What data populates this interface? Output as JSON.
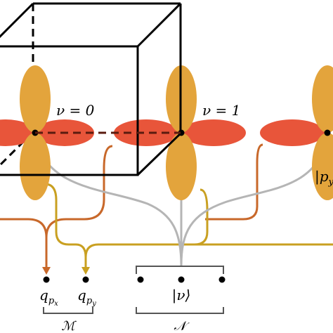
{
  "labels": {
    "site_0": "ν = 0",
    "site_1": "ν = 1",
    "ket_p": "|p",
    "ket_p_sub": "y",
    "q_px": "q",
    "q_px_sub": "p",
    "q_px_subsub": "x",
    "q_py": "q",
    "q_py_sub": "p",
    "q_py_subsub": "y",
    "ket_nu": "|ν⟩",
    "set_M": "ℳ",
    "set_N": "𝒩"
  },
  "colors": {
    "px_lobe": "#e8553a",
    "py_lobe": "#e3a43c",
    "px_line": "#c8682a",
    "py_line": "#c9a021",
    "nu_line": "#b5b5b5",
    "cube": "#000000"
  }
}
